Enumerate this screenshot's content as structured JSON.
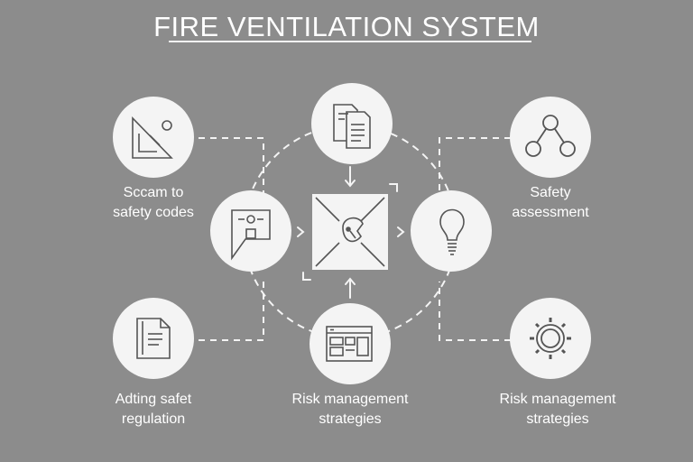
{
  "diagram": {
    "title": "FIRE VENTILATION SYSTEM",
    "nodes": {
      "top_left": {
        "label_line1": "Sccam to",
        "label_line2": "safety codes",
        "icon": "triangle-ruler-icon"
      },
      "top_center": {
        "icon": "documents-icon"
      },
      "top_right": {
        "label_line1": "Safety",
        "label_line2": "assessment",
        "icon": "network-nodes-icon"
      },
      "mid_left": {
        "icon": "control-panel-icon"
      },
      "center": {
        "icon": "fire-extinguisher-icon"
      },
      "mid_right": {
        "icon": "light-bulb-icon"
      },
      "bottom_left": {
        "label_line1": "Adting safet",
        "label_line2": "regulation",
        "icon": "document-page-icon"
      },
      "bottom_center": {
        "label_line1": "Risk management",
        "label_line2": "strategies",
        "icon": "dashboard-window-icon"
      },
      "bottom_right": {
        "label_line1": "Risk management",
        "label_line2": "strategies",
        "icon": "gear-icon"
      }
    },
    "colors": {
      "background": "#8c8c8c",
      "node_fill": "#f4f4f4",
      "line": "#f4f4f4",
      "icon_stroke": "#555555"
    }
  }
}
